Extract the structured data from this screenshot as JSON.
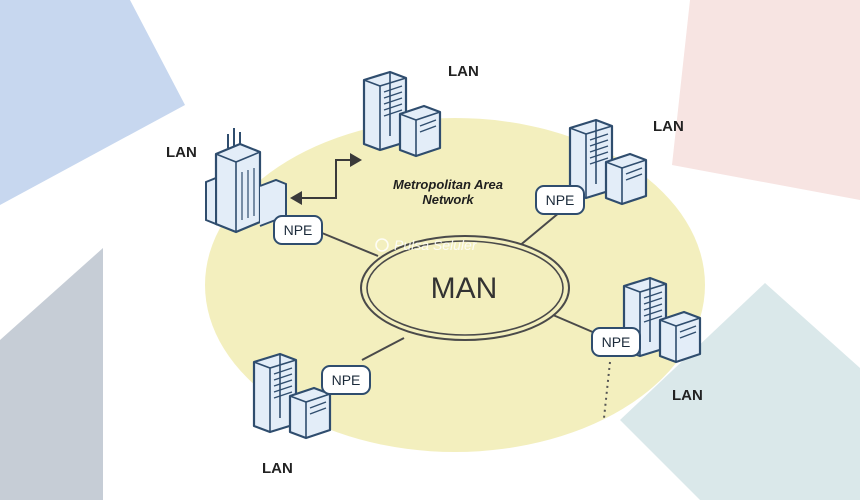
{
  "diagram": {
    "center_label": "MAN",
    "caption_line1": "Metropolitan Area",
    "caption_line2": "Network",
    "watermark": "Pulsa Seluler",
    "node_label": "LAN",
    "device_label": "NPE"
  },
  "nodes": [
    {
      "id": "top",
      "label": "LAN"
    },
    {
      "id": "top-left",
      "label": "LAN",
      "device": "NPE"
    },
    {
      "id": "top-right",
      "label": "LAN",
      "device": "NPE"
    },
    {
      "id": "right",
      "label": "LAN",
      "device": "NPE"
    },
    {
      "id": "bottom-left",
      "label": "LAN",
      "device": "NPE"
    }
  ],
  "colors": {
    "ellipse_fill": "#f3efbe",
    "stroke": "#2f4d6e",
    "server_fill": "#e3edf8",
    "bg_blue": "#c7d7ef",
    "bg_pink": "#f7e4e2",
    "bg_gray": "#c6cdd6",
    "bg_teal": "#d6e6e8"
  }
}
